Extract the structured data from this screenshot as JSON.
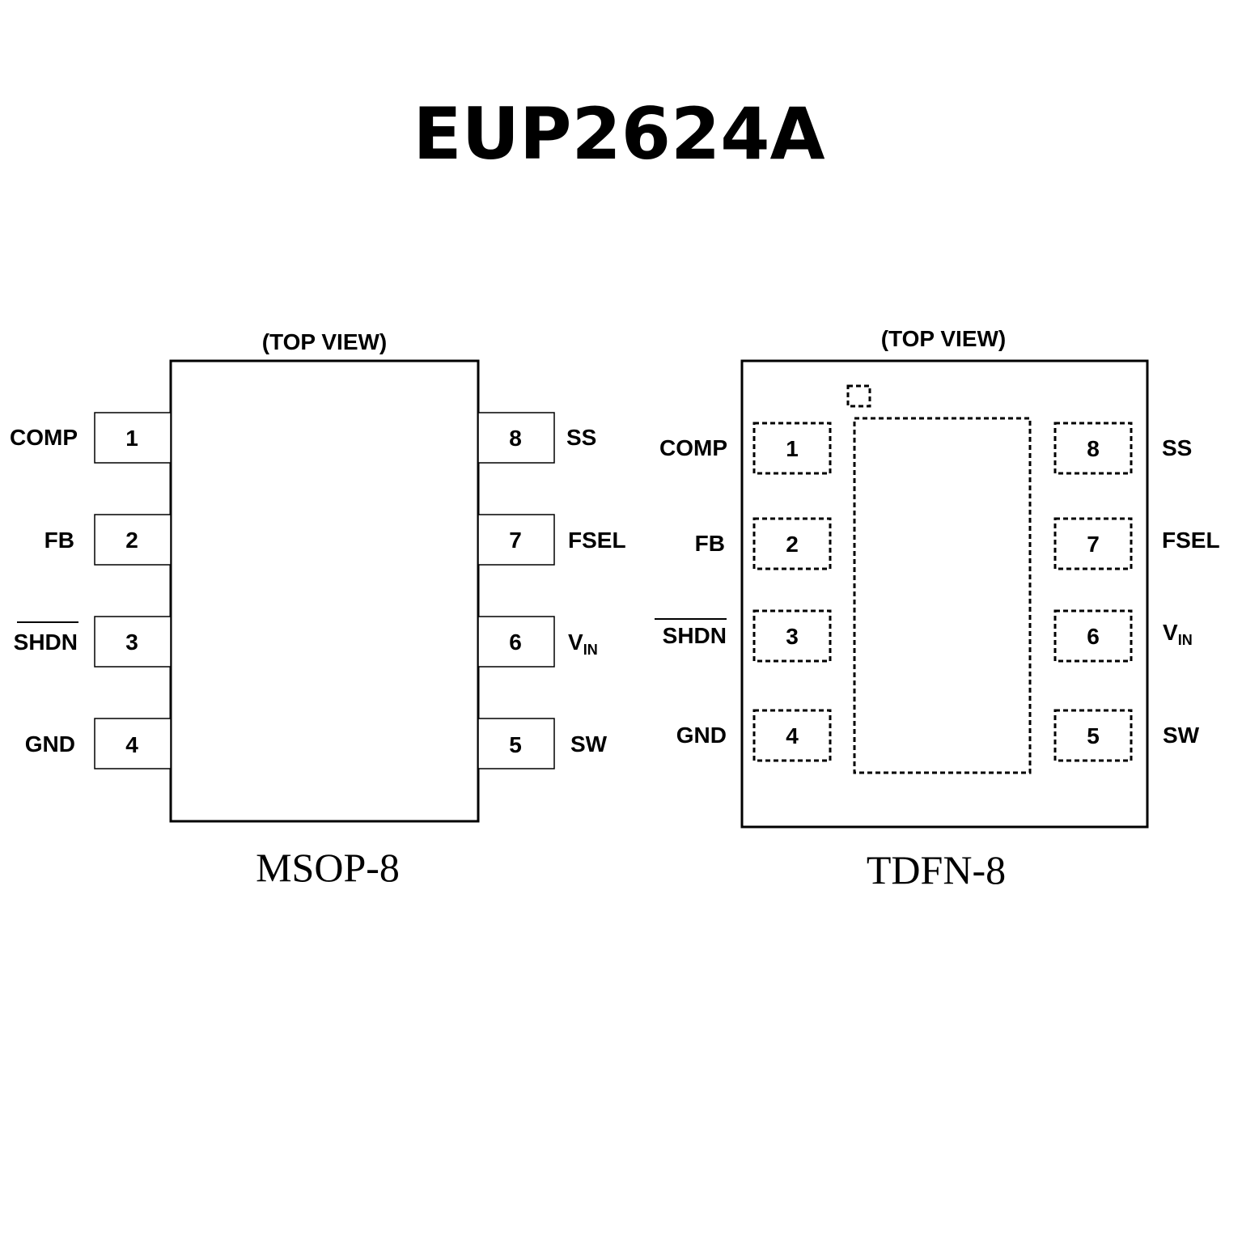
{
  "title": "EUP2624A",
  "packages": [
    {
      "name": "MSOP-8",
      "view_label": "(TOP VIEW)",
      "pins": [
        {
          "num": "1",
          "label": "COMP"
        },
        {
          "num": "2",
          "label": "FB"
        },
        {
          "num": "3",
          "label": "SHDN",
          "overline": true
        },
        {
          "num": "4",
          "label": "GND"
        },
        {
          "num": "5",
          "label": "SW"
        },
        {
          "num": "6",
          "label": "V",
          "sub": "IN"
        },
        {
          "num": "7",
          "label": "FSEL"
        },
        {
          "num": "8",
          "label": "SS"
        }
      ]
    },
    {
      "name": "TDFN-8",
      "view_label": "(TOP VIEW)",
      "pins": [
        {
          "num": "1",
          "label": "COMP"
        },
        {
          "num": "2",
          "label": "FB"
        },
        {
          "num": "3",
          "label": "SHDN",
          "overline": true
        },
        {
          "num": "4",
          "label": "GND"
        },
        {
          "num": "5",
          "label": "SW"
        },
        {
          "num": "6",
          "label": "V",
          "sub": "IN"
        },
        {
          "num": "7",
          "label": "FSEL"
        },
        {
          "num": "8",
          "label": "SS"
        }
      ]
    }
  ]
}
